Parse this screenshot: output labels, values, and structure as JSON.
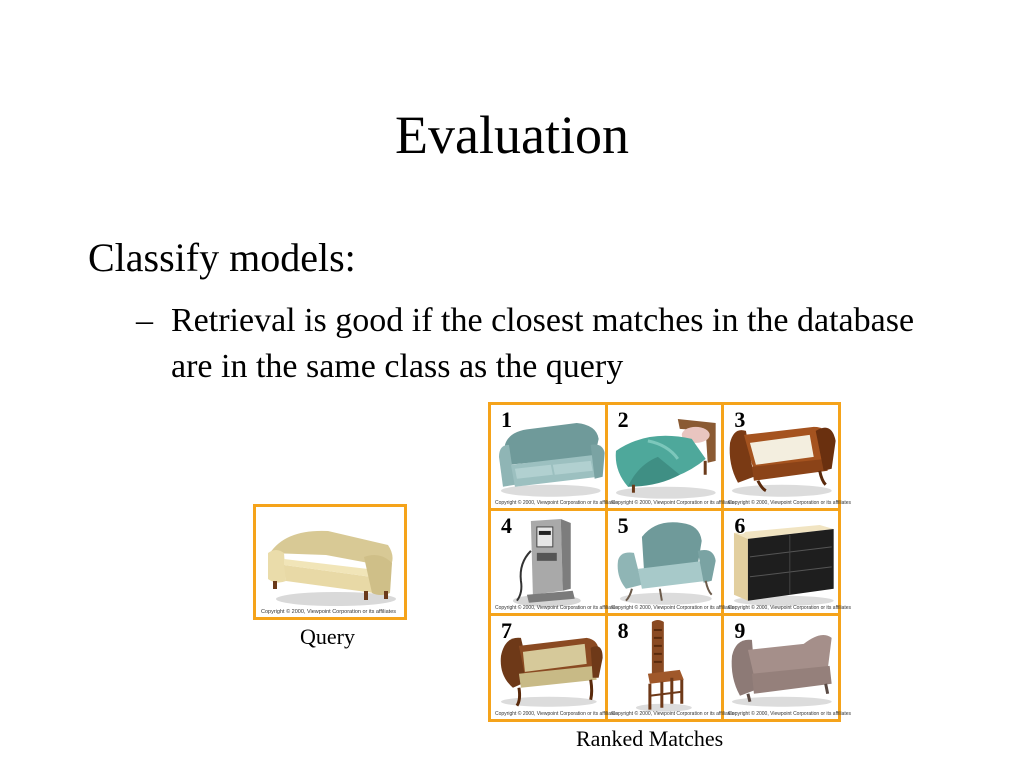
{
  "slide": {
    "title": "Evaluation",
    "bullet_1": "Classify models:",
    "sub_dash": "–",
    "sub_bullet": "Retrieval is good if the closest matches in the database are in the same class as the query"
  },
  "query": {
    "caption": "Query",
    "copyright": "Copyright © 2000, Viewpoint Corporation or its affiliates"
  },
  "matches": {
    "caption": "Ranked Matches",
    "items": [
      {
        "rank": "1",
        "object": "teal sofa",
        "copyright": "Copyright © 2000, Viewpoint Corporation or its affiliates"
      },
      {
        "rank": "2",
        "object": "bed with teal sheet",
        "copyright": "Copyright © 2000, Viewpoint Corporation or its affiliates"
      },
      {
        "rank": "3",
        "object": "wooden daybed",
        "copyright": "Copyright © 2000, Viewpoint Corporation or its affiliates"
      },
      {
        "rank": "4",
        "object": "gas pump",
        "copyright": "Copyright © 2000, Viewpoint Corporation or its affiliates"
      },
      {
        "rank": "5",
        "object": "teal armchair",
        "copyright": "Copyright © 2000, Viewpoint Corporation or its affiliates"
      },
      {
        "rank": "6",
        "object": "black dresser",
        "copyright": "Copyright © 2000, Viewpoint Corporation or its affiliates"
      },
      {
        "rank": "7",
        "object": "wooden settee",
        "copyright": "Copyright © 2000, Viewpoint Corporation or its affiliates"
      },
      {
        "rank": "8",
        "object": "ladder-back chair",
        "copyright": "Copyright © 2000, Viewpoint Corporation or its affiliates"
      },
      {
        "rank": "9",
        "object": "mauve chaise",
        "copyright": "Copyright © 2000, Viewpoint Corporation or its affiliates"
      }
    ]
  },
  "colors": {
    "frame": "#f5a31a",
    "background": "#ffffff",
    "text": "#000000"
  }
}
